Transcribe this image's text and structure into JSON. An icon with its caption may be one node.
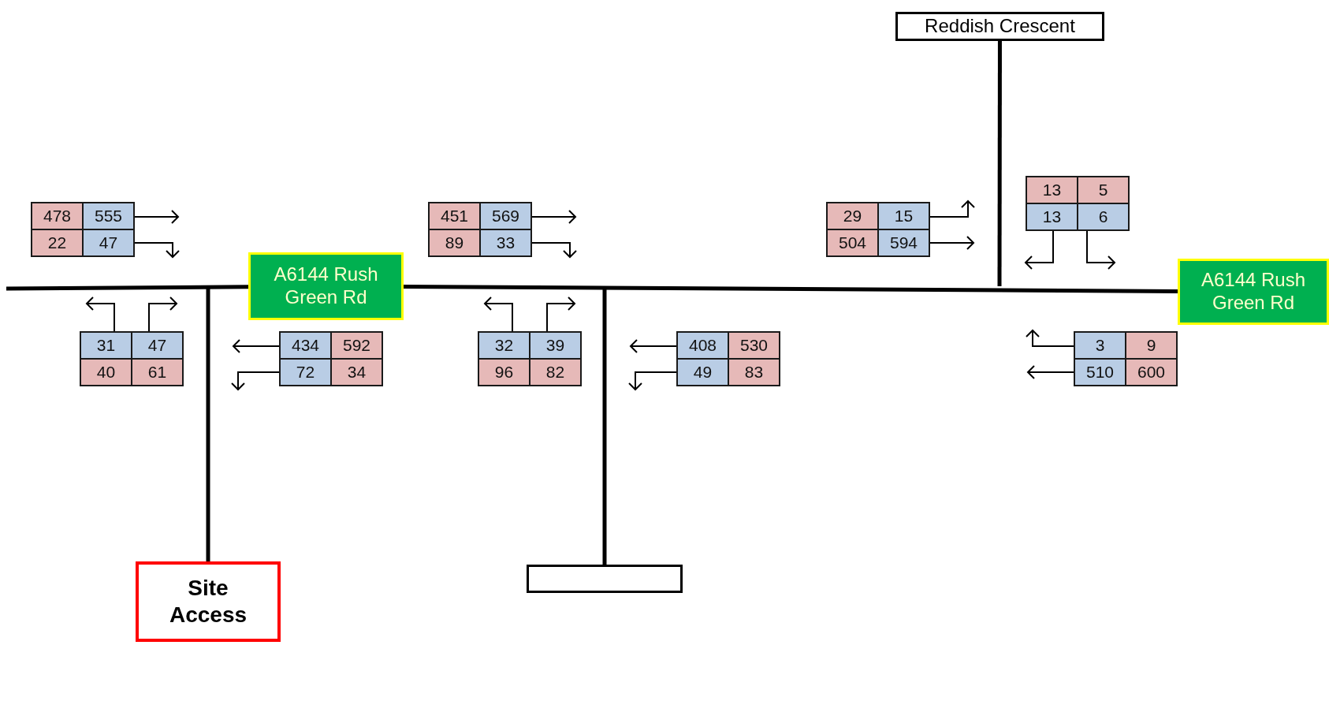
{
  "diagram": {
    "nodes": [
      {
        "text": [
          "Reddish Crescent"
        ]
      },
      {
        "text": [
          "A6144 Rush Green Rd"
        ]
      },
      {
        "text": [
          "A6144 Rush Green Rd"
        ]
      },
      {
        "text": [
          "Site Access"
        ]
      },
      {
        "text": [],
        "shape": "box"
      }
    ],
    "edges": [
      {
        "from": null,
        "to": 1,
        "arrow": "none"
      },
      {
        "from": 1,
        "to": 2,
        "arrow": "none"
      },
      {
        "from": 0,
        "to": null,
        "arrow": "none"
      },
      {
        "from": null,
        "to": 3,
        "arrow": "none"
      },
      {
        "from": null,
        "to": 4,
        "arrow": "none"
      }
    ],
    "labels": [
      "478",
      "555",
      "22",
      "47",
      "451",
      "569",
      "89",
      "33",
      "29",
      "15",
      "504",
      "594",
      "13",
      "5",
      "13",
      "6",
      "31",
      "47",
      "40",
      "61",
      "434",
      "592",
      "72",
      "34",
      "32",
      "39",
      "96",
      "82",
      "408",
      "530",
      "49",
      "83",
      "3",
      "9",
      "510",
      "600"
    ]
  }
}
